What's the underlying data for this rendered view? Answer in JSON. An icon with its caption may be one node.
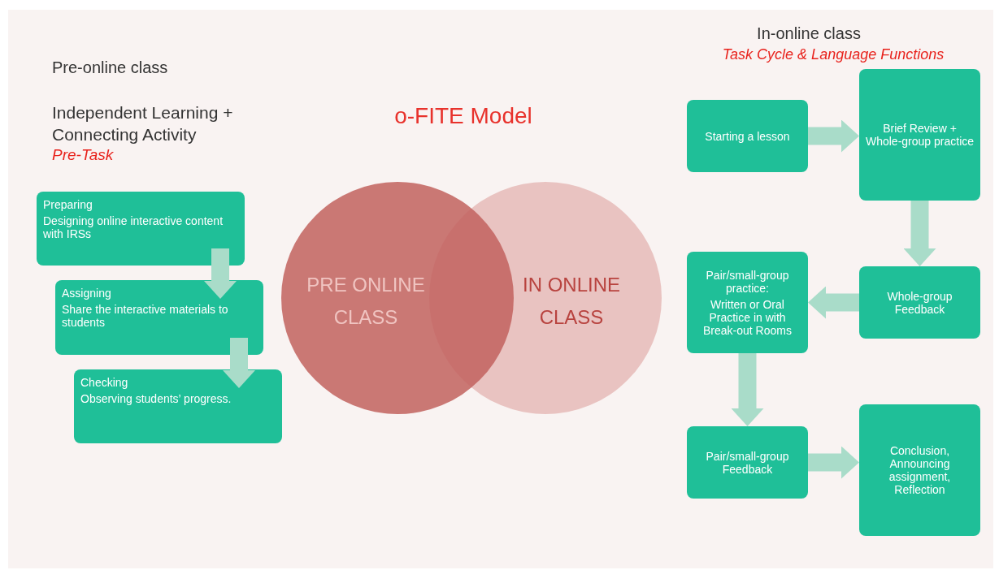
{
  "diagram": {
    "title": "o-FITE Model",
    "nodes": [
      {
        "text": [
          "Preparing",
          "Designing online interactive content with IRSs"
        ]
      },
      {
        "text": [
          "Assigning",
          "Share the interactive materials to students"
        ]
      },
      {
        "text": [
          "Checking",
          "Observing students’ progress."
        ]
      },
      {
        "text": [
          "PRE ONLINE CLASS"
        ]
      },
      {
        "text": [
          "IN ONLINE CLASS"
        ]
      },
      {
        "text": [
          "Starting a lesson"
        ]
      },
      {
        "text": [
          "Brief Review + Whole-group practice"
        ]
      },
      {
        "text": [
          "Whole-group Feedback"
        ]
      },
      {
        "text": [
          "Pair/small-group practice:",
          "Written or Oral Practice in with Break-out Rooms"
        ]
      },
      {
        "text": [
          "Pair/small-group Feedback"
        ]
      },
      {
        "text": [
          "Conclusion, Announcing assignment, Reflection"
        ]
      }
    ],
    "edges": [
      {
        "from": 0,
        "to": 1,
        "arrow": "to"
      },
      {
        "from": 1,
        "to": 2,
        "arrow": "to"
      },
      {
        "from": 5,
        "to": 6,
        "arrow": "to"
      },
      {
        "from": 6,
        "to": 7,
        "arrow": "to"
      },
      {
        "from": 7,
        "to": 8,
        "arrow": "to"
      },
      {
        "from": 8,
        "to": 9,
        "arrow": "to"
      },
      {
        "from": 9,
        "to": 10,
        "arrow": "to"
      }
    ],
    "labels": [
      "Pre-online class",
      "Independent Learning + Connecting Activity",
      "Pre-Task",
      "In-online class",
      "Task Cycle & Language Functions"
    ]
  }
}
